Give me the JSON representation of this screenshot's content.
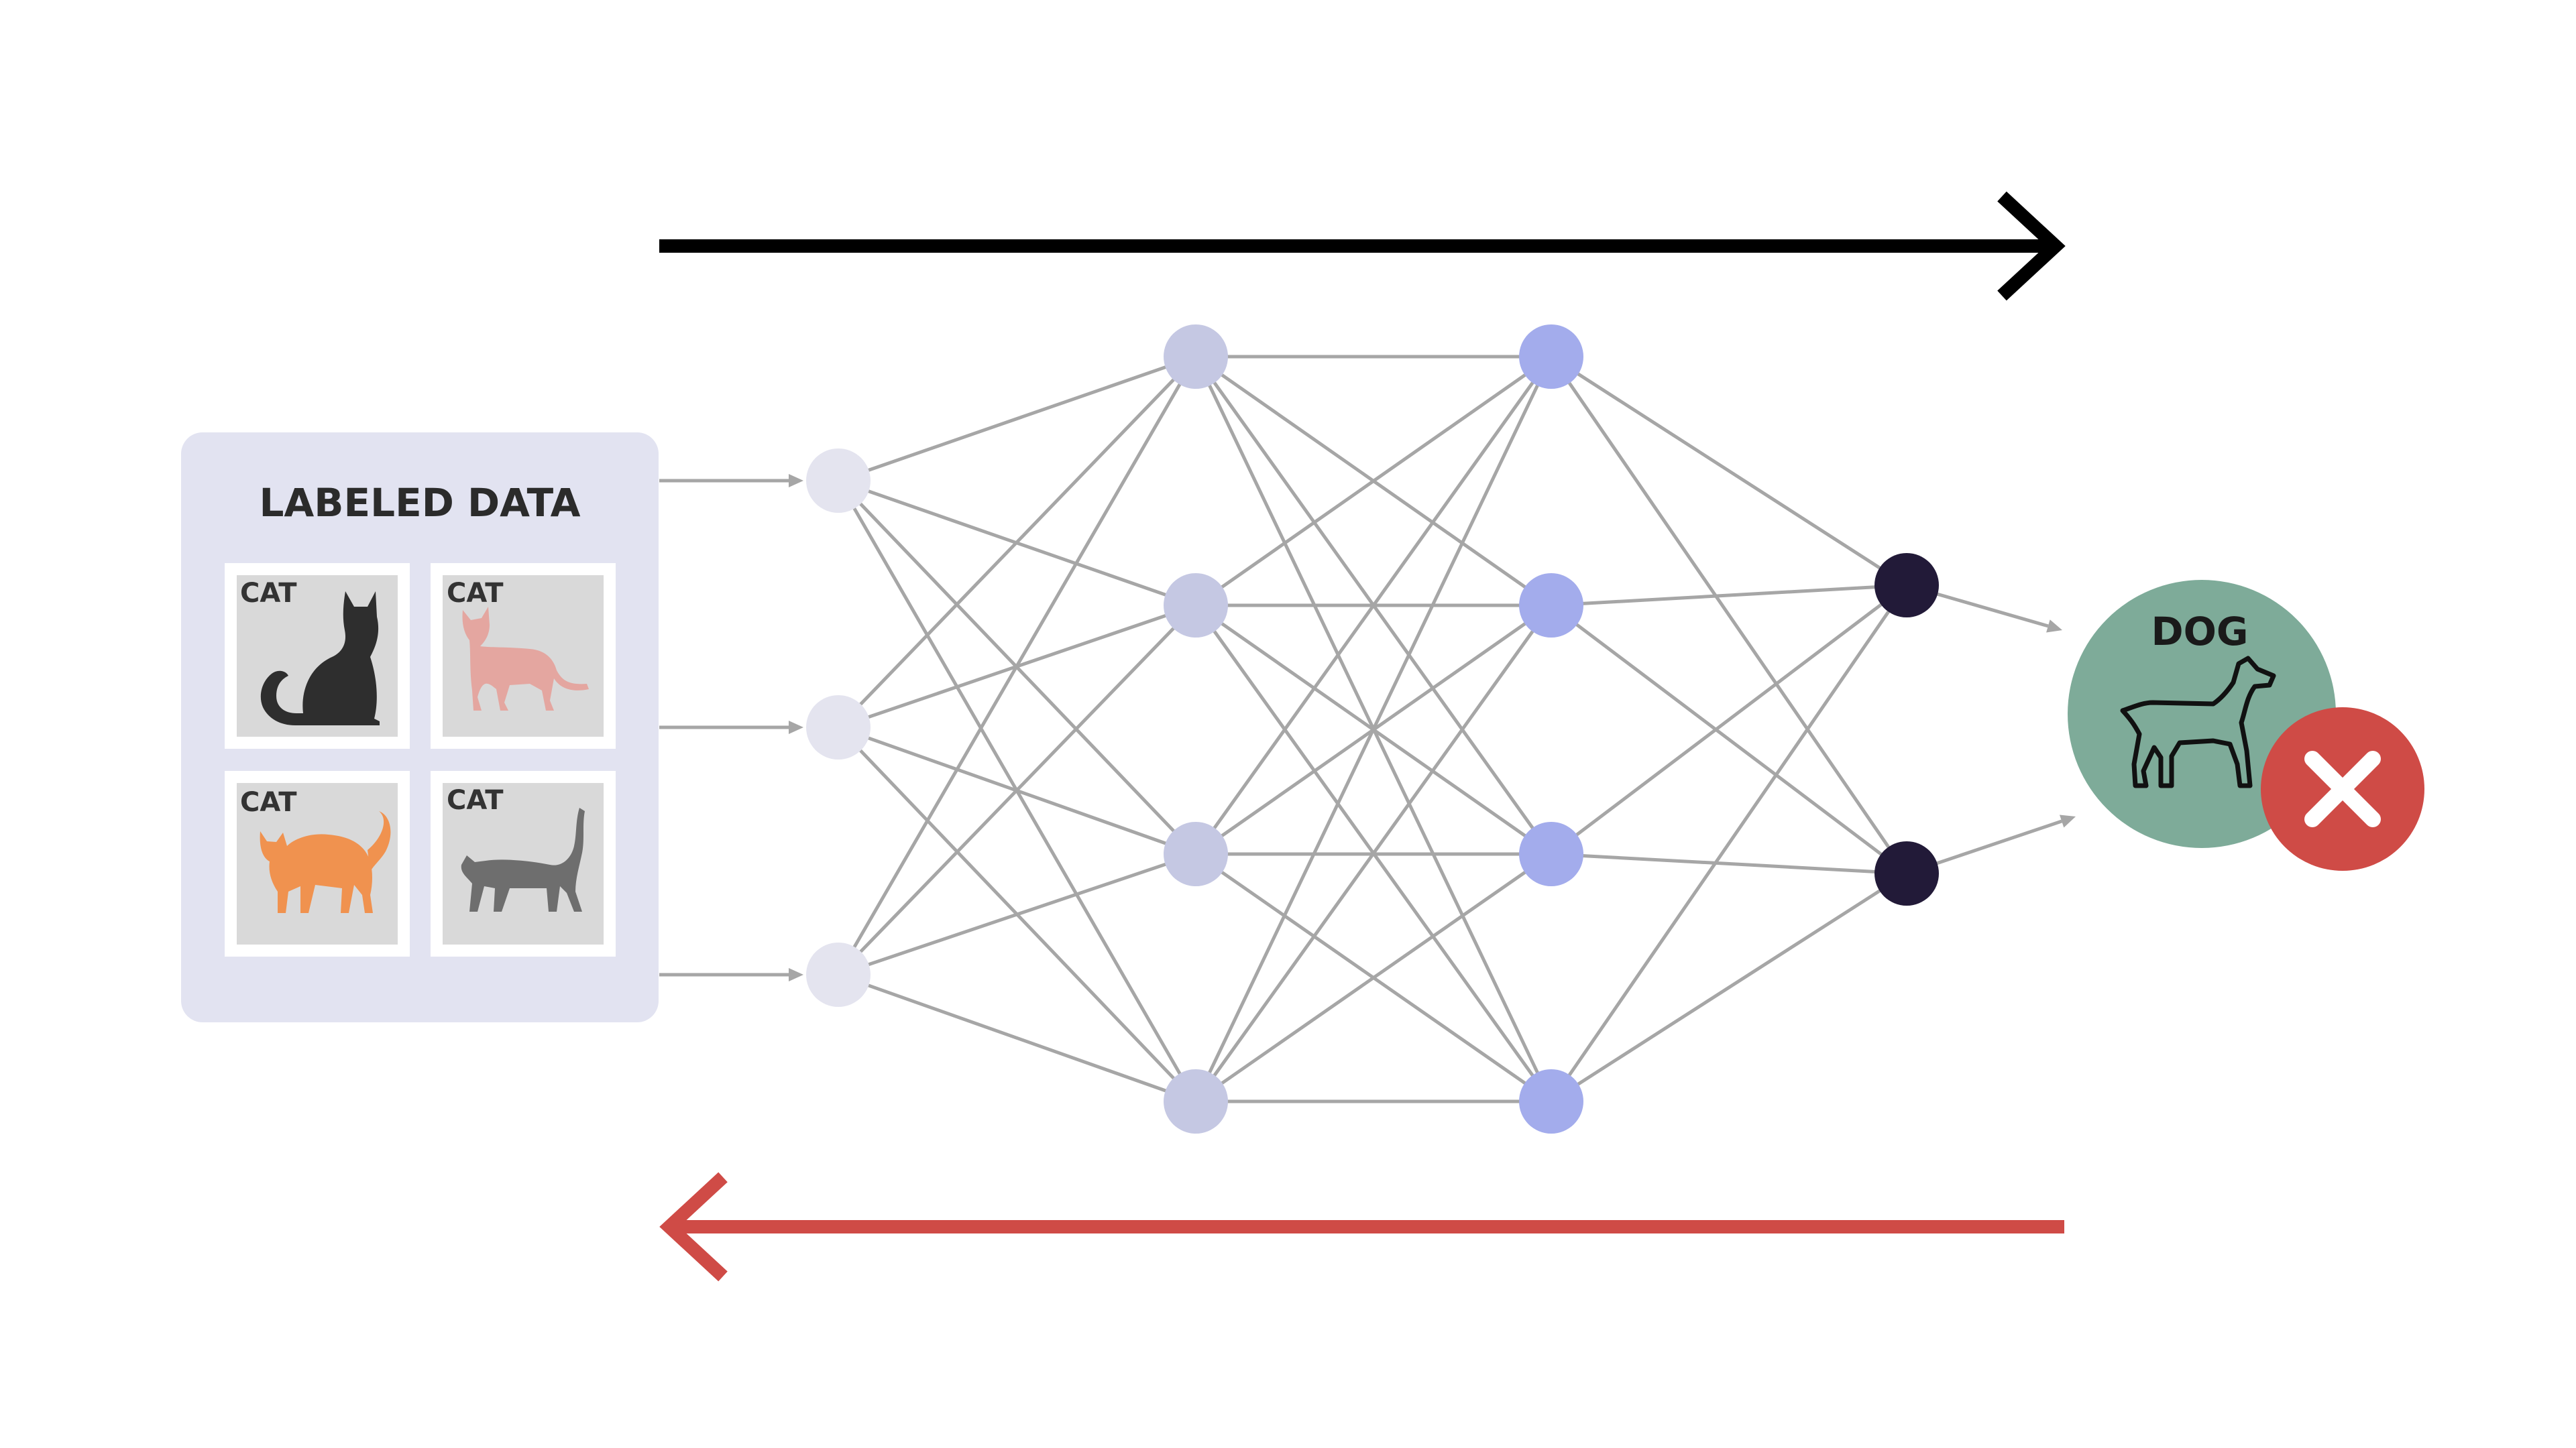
{
  "panel": {
    "title": "LABELED DATA",
    "cards": [
      {
        "label": "CAT",
        "icon": "cat-sitting-icon",
        "color": "#2e2e2e"
      },
      {
        "label": "CAT",
        "icon": "cat-standing-icon",
        "color": "#e4a6a0"
      },
      {
        "label": "CAT",
        "icon": "cat-arched-icon",
        "color": "#f0924f"
      },
      {
        "label": "CAT",
        "icon": "cat-walking-icon",
        "color": "#6e6e6e"
      }
    ]
  },
  "network": {
    "layers": [
      3,
      4,
      4,
      2
    ],
    "layer_colors": [
      "#e4e4ef",
      "#c5c8e3",
      "#a3acec",
      "#221a38"
    ],
    "edge_color": "#a6a6a6"
  },
  "prediction": {
    "label": "DOG",
    "icon": "dog-icon",
    "circle_color": "#7eab99",
    "status_icon": "x-icon",
    "status_color": "#cf4b46"
  },
  "arrows": {
    "forward": {
      "color": "#000000",
      "direction": "right"
    },
    "backward": {
      "color": "#cf4b46",
      "direction": "left"
    }
  },
  "colors": {
    "panel_bg": "#e2e3f1",
    "card_bg": "#d9d9d9"
  }
}
